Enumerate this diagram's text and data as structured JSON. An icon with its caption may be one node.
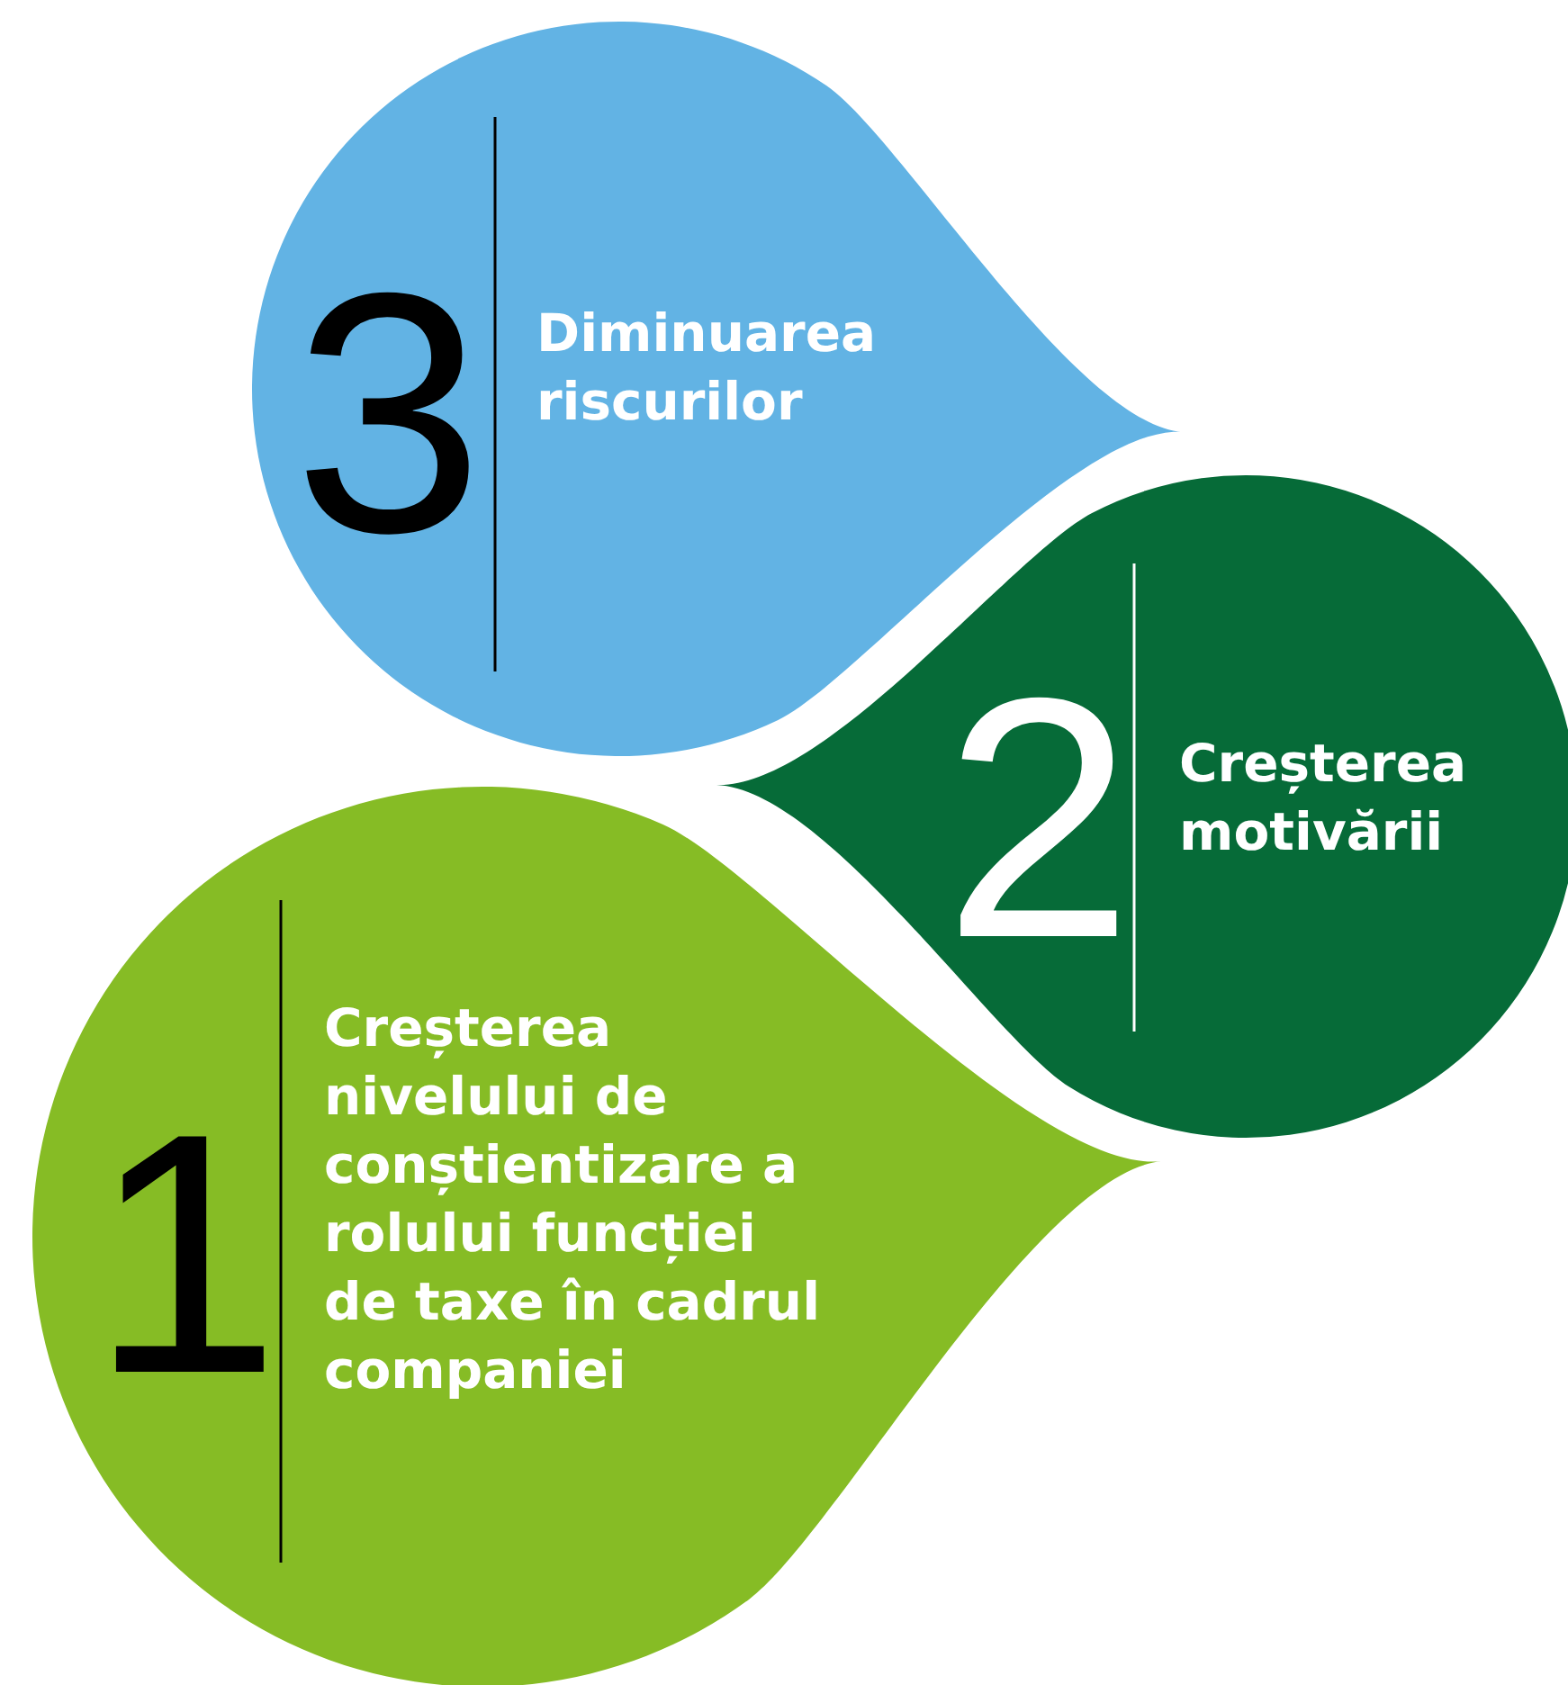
{
  "diagram": {
    "nodes": [
      {
        "text": [
          "3",
          "Diminuarea riscurilor"
        ]
      },
      {
        "text": [
          "2",
          "Creșterea motivării"
        ]
      },
      {
        "text": [
          "1",
          "Creșterea nivelului de conștientizare a rolului funcției de taxe în cadrul companiei"
        ]
      }
    ]
  }
}
